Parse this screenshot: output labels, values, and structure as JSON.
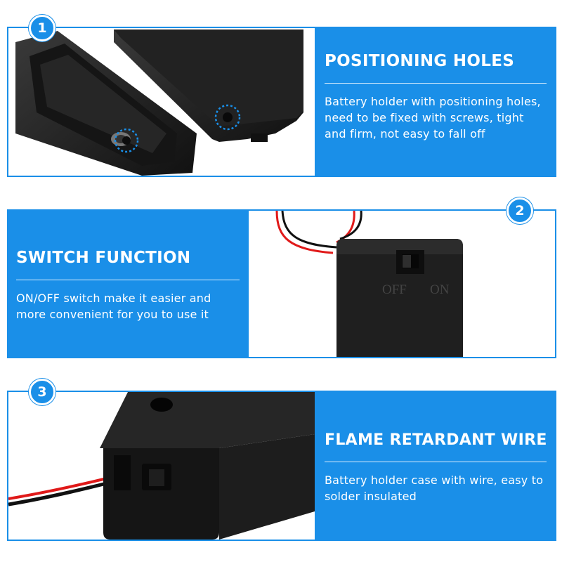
{
  "sections": [
    {
      "number": "1",
      "title": "POSITIONING HOLES",
      "description": "Battery holder with positioning holes, need to be fixed with screws, tight and firm, not easy to fall off"
    },
    {
      "number": "2",
      "title": "SWITCH FUNCTION",
      "description": "ON/OFF switch make it easier and more convenient for you to use it",
      "switch_labels": {
        "off": "OFF",
        "on": "ON"
      }
    },
    {
      "number": "3",
      "title": "FLAME RETARDANT WIRE",
      "description": "Battery holder case with wire, easy to solder insulated"
    }
  ],
  "colors": {
    "accent": "#1a8fe8",
    "panel_text": "#ffffff",
    "product": "#1c1c1c"
  }
}
